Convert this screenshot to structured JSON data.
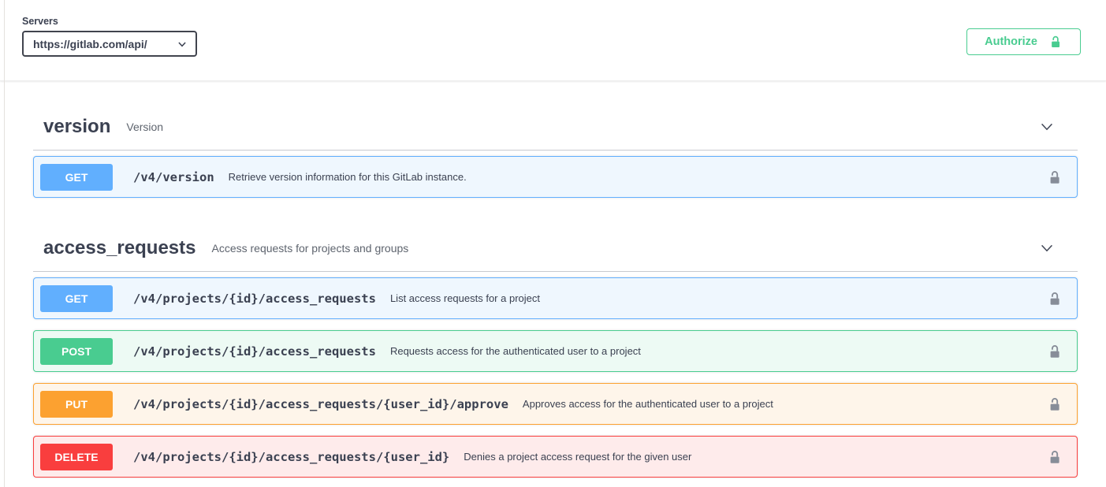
{
  "servers": {
    "label": "Servers",
    "selected_url": "https://gitlab.com/api/"
  },
  "authorize": {
    "label": "Authorize"
  },
  "colors": {
    "get": "#61affe",
    "get_bg": "#eff7fe",
    "post": "#49cc90",
    "post_bg": "#edfaf4",
    "put": "#fca130",
    "put_bg": "#fef5ea",
    "delete": "#f93e3e",
    "delete_bg": "#feebeb",
    "green": "#49cc90",
    "heading": "#3b4151",
    "lock_gray": "#878d98"
  },
  "sections": [
    {
      "title": "version",
      "description": "Version",
      "operations": [
        {
          "method": "GET",
          "path": "/v4/version",
          "summary": "Retrieve version information for this GitLab instance."
        }
      ]
    },
    {
      "title": "access_requests",
      "description": "Access requests for projects and groups",
      "operations": [
        {
          "method": "GET",
          "path": "/v4/projects/{id}/access_requests",
          "summary": "List access requests for a project"
        },
        {
          "method": "POST",
          "path": "/v4/projects/{id}/access_requests",
          "summary": "Requests access for the authenticated user to a project"
        },
        {
          "method": "PUT",
          "path": "/v4/projects/{id}/access_requests/{user_id}/approve",
          "summary": "Approves access for the authenticated user to a project"
        },
        {
          "method": "DELETE",
          "path": "/v4/projects/{id}/access_requests/{user_id}",
          "summary": "Denies a project access request for the given user"
        }
      ]
    }
  ]
}
